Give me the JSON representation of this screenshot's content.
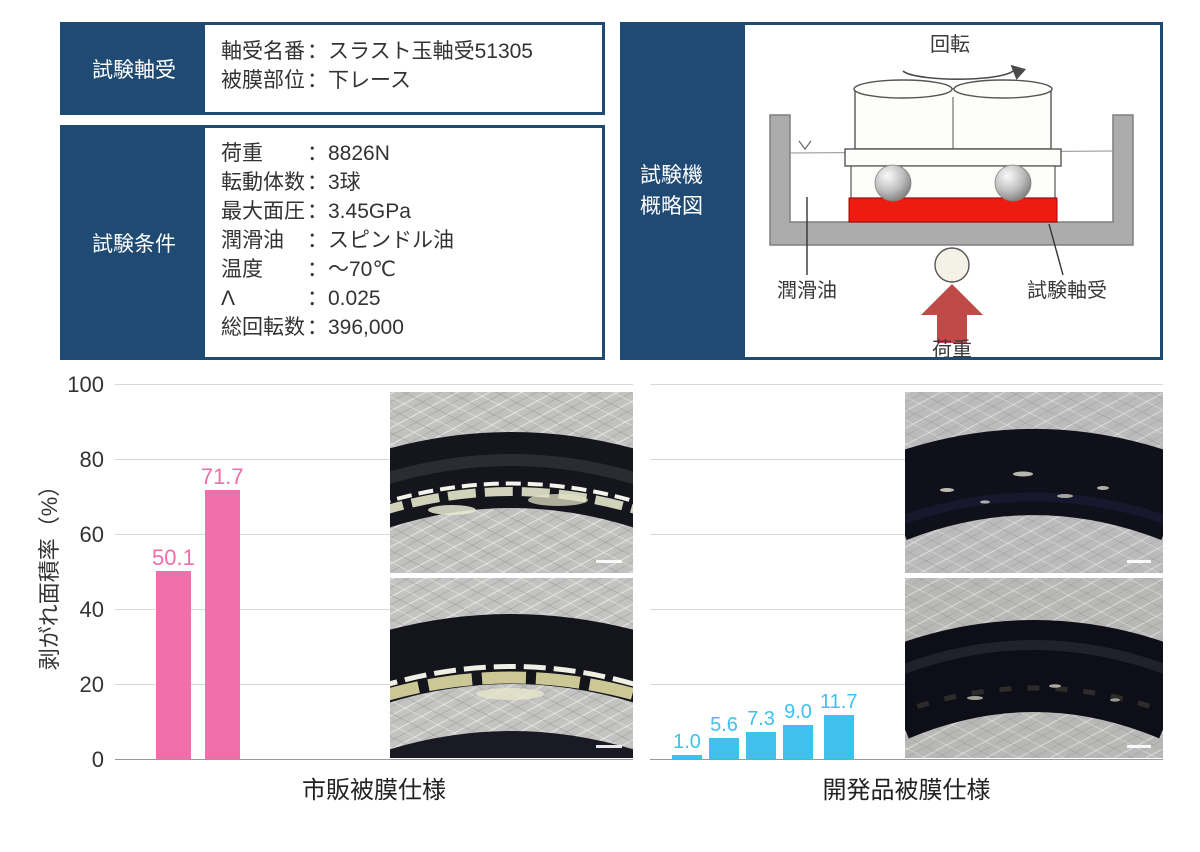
{
  "sep": "：",
  "bearing_table": {
    "header": "試験軸受",
    "rows": [
      {
        "label": "軸受名番",
        "value": "スラスト玉軸受51305"
      },
      {
        "label": "被膜部位",
        "value": "下レース"
      }
    ]
  },
  "conditions_table": {
    "header": "試験条件",
    "rows": [
      {
        "label": "荷重",
        "value": "8826N"
      },
      {
        "label": "転動体数",
        "value": "3球"
      },
      {
        "label": "最大面圧",
        "value": "3.45GPa"
      },
      {
        "label": "潤滑油",
        "value": "スピンドル油"
      },
      {
        "label": "温度",
        "value": "～70℃"
      },
      {
        "label": "Λ",
        "value": "0.025"
      },
      {
        "label": "総回転数",
        "value": "396,000"
      }
    ]
  },
  "diagram": {
    "header_line1": "試験機",
    "header_line2": "概略図",
    "rotation_label": "回転",
    "oil_label": "潤滑油",
    "bearing_label": "試験軸受",
    "load_label": "荷重"
  },
  "chart_data": {
    "type": "bar",
    "title": "",
    "ylabel": "剥がれ面積率（%）",
    "ylim": [
      0,
      100
    ],
    "yticks": [
      0,
      20,
      40,
      60,
      80,
      100
    ],
    "grid": true,
    "legend": "none",
    "groups": [
      {
        "label": "市販被膜仕様",
        "color": "#F06EA9",
        "values": [
          50.1,
          71.7
        ]
      },
      {
        "label": "開発品被膜仕様",
        "color": "#3EC1EC",
        "values": [
          1.0,
          5.6,
          7.3,
          9.0,
          11.7
        ]
      }
    ]
  },
  "colors": {
    "navy": "#1F4A73",
    "pink": "#F06EA9",
    "blue": "#3EC1EC",
    "load_arrow_red": "#BE4B48",
    "coated_race_red": "#EE1B10",
    "gridline": "#D9D9D9"
  }
}
